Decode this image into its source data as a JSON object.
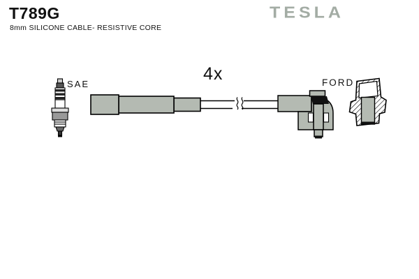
{
  "header": {
    "product_code": "T789G",
    "description": "8mm SILICONE CABLE- RESISTIVE CORE",
    "brand_logo": "TESLA"
  },
  "diagram": {
    "quantity_label": "4x",
    "plug_end_label": "SAE",
    "connector_end_label": "FORD",
    "icons": {
      "spark_plug": "spark-plug-icon",
      "ignition_cable": "ignition-cable-drawing",
      "distributor_boot": "distributor-boot-drawing",
      "terminal_cross_section": "ford-terminal-cross-section-icon"
    }
  },
  "colors": {
    "background": "#ffffff",
    "outline": "#000000",
    "boot_gray": "#b4bab2",
    "logo_gray": "#a3aca4",
    "text": "#111111"
  }
}
